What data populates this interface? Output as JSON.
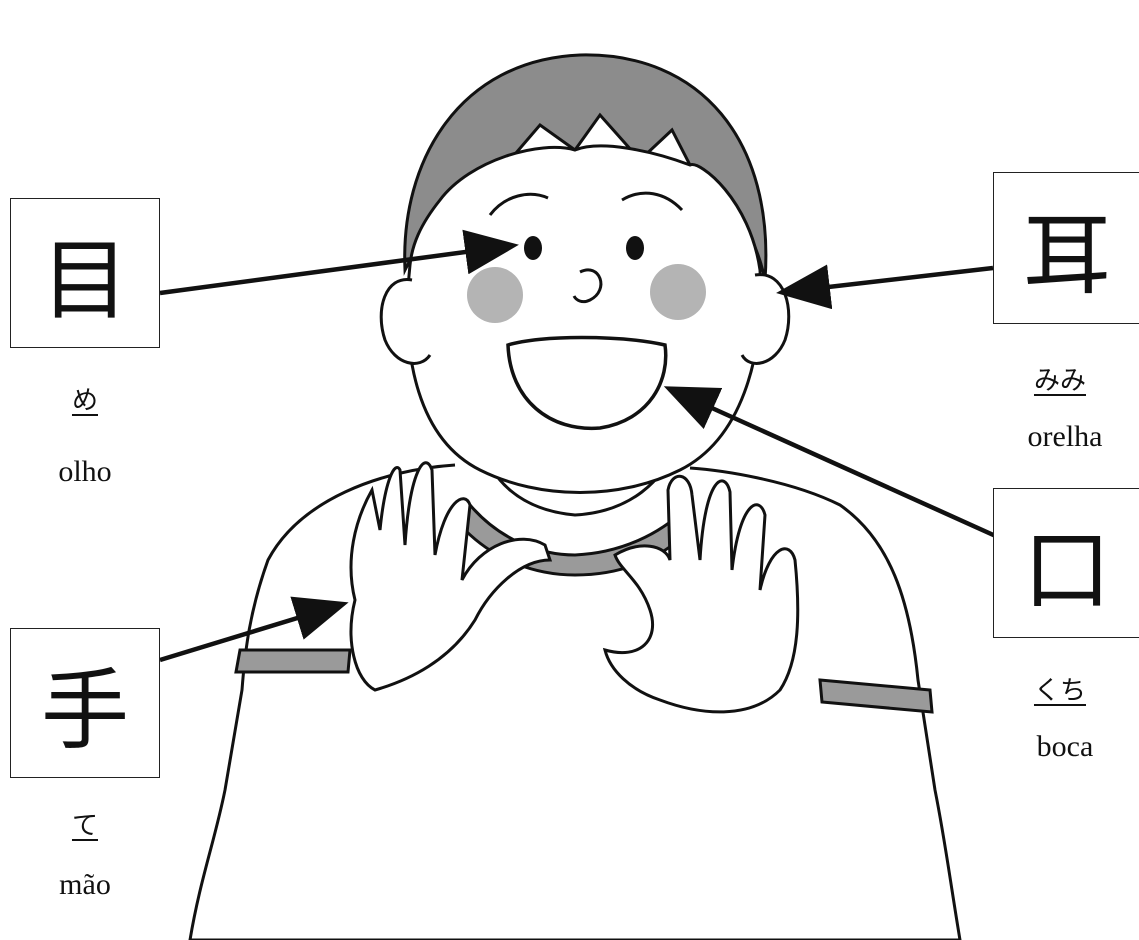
{
  "labels": {
    "eye": {
      "kanji": "目",
      "reading": "め",
      "gloss": "olho"
    },
    "ear": {
      "kanji": "耳",
      "reading": "みみ",
      "gloss": "orelha"
    },
    "mouth": {
      "kanji": "口",
      "reading": "くち",
      "gloss": "boca"
    },
    "hand": {
      "kanji": "手",
      "reading": "て",
      "gloss": "mão"
    }
  },
  "colors": {
    "line": "#111111",
    "hair": "#8c8c8c",
    "cheek": "#b4b4b4",
    "sleeve_band": "#9a9a9a"
  }
}
